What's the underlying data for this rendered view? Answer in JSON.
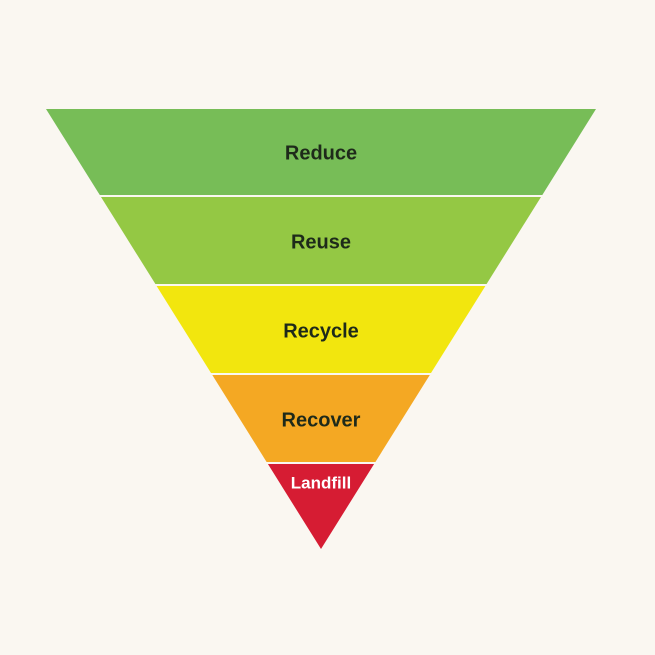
{
  "background": "#faf7f1",
  "tiers": [
    {
      "label": "Reduce",
      "color": "#77bd57",
      "text_color": "#1e2a1a"
    },
    {
      "label": "Reuse",
      "color": "#94c844",
      "text_color": "#1e2a1a"
    },
    {
      "label": "Recycle",
      "color": "#f2e60e",
      "text_color": "#1e2a1a"
    },
    {
      "label": "Recover",
      "color": "#f4a823",
      "text_color": "#1e2a1a"
    },
    {
      "label": "Landfill",
      "color": "#d61c33",
      "text_color": "#ffffff"
    }
  ],
  "divider_color": "#ffffff"
}
